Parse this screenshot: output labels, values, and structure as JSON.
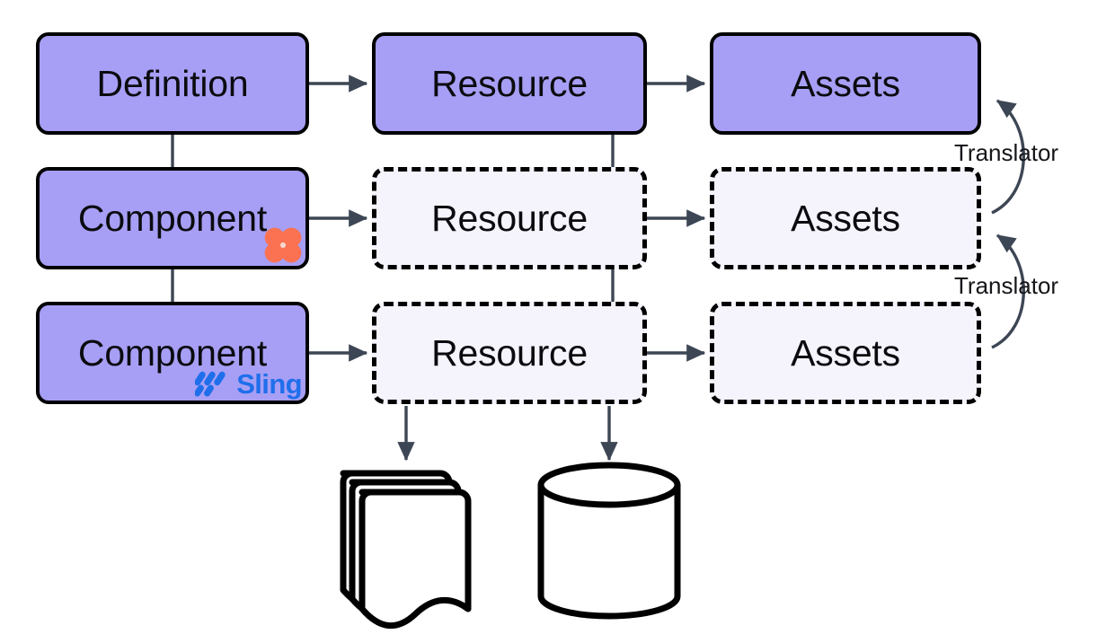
{
  "diagram": {
    "title": "Definition / Component to Resource to Assets pipeline",
    "background": "#ffffff",
    "colors": {
      "solid_fill": "#a79ff5",
      "dashed_fill": "#f5f4fd",
      "stroke": "#000000",
      "connector": "#3d4654",
      "aem_orange": "#fa7252",
      "sling_blue": "#1f6feb"
    }
  },
  "nodes": {
    "definition": {
      "label": "Definition",
      "style": "solid",
      "row": 1,
      "column": "left"
    },
    "component_aem": {
      "label": "Component",
      "style": "solid",
      "row": 2,
      "column": "left",
      "badge": "aem-logo"
    },
    "component_sling": {
      "label": "Component",
      "style": "solid",
      "row": 3,
      "column": "left",
      "badge": "sling-logo"
    },
    "resource_1": {
      "label": "Resource",
      "style": "solid",
      "row": 1,
      "column": "middle"
    },
    "resource_2": {
      "label": "Resource",
      "style": "dashed",
      "row": 2,
      "column": "middle"
    },
    "resource_3": {
      "label": "Resource",
      "style": "dashed",
      "row": 3,
      "column": "middle"
    },
    "assets_1": {
      "label": "Assets",
      "style": "solid",
      "row": 1,
      "column": "right"
    },
    "assets_2": {
      "label": "Assets",
      "style": "dashed",
      "row": 2,
      "column": "right"
    },
    "assets_3": {
      "label": "Assets",
      "style": "dashed",
      "row": 3,
      "column": "right"
    }
  },
  "badges": {
    "aem": {
      "name": "aem-logo",
      "color": "#fa7252"
    },
    "sling": {
      "name": "sling-logo",
      "word": "Sling",
      "color": "#1f6feb"
    }
  },
  "captions": {
    "translator_top": "Translator",
    "translator_bottom": "Translator"
  },
  "storage": {
    "documents": {
      "name": "stacked-documents-icon",
      "label": ""
    },
    "database": {
      "name": "database-cylinder-icon",
      "label": ""
    }
  },
  "edges": [
    {
      "from": "definition",
      "to": "resource_1",
      "type": "arrow-right"
    },
    {
      "from": "resource_1",
      "to": "assets_1",
      "type": "arrow-right"
    },
    {
      "from": "component_aem",
      "to": "resource_2",
      "type": "arrow-right"
    },
    {
      "from": "resource_2",
      "to": "assets_2",
      "type": "arrow-right"
    },
    {
      "from": "component_sling",
      "to": "resource_3",
      "type": "arrow-right"
    },
    {
      "from": "resource_3",
      "to": "assets_3",
      "type": "arrow-right"
    },
    {
      "from": "definition",
      "to": "component_aem",
      "type": "line-vertical"
    },
    {
      "from": "component_aem",
      "to": "component_sling",
      "type": "line-vertical"
    },
    {
      "from": "resource_1",
      "to": "resource_2",
      "type": "line-vertical"
    },
    {
      "from": "resource_2",
      "to": "resource_3",
      "type": "line-vertical"
    },
    {
      "from": "assets_2",
      "to": "assets_1",
      "type": "curve-arrow-up",
      "label": "Translator"
    },
    {
      "from": "assets_3",
      "to": "assets_2",
      "type": "curve-arrow-up",
      "label": "Translator"
    },
    {
      "from": "resource_3",
      "to": "documents",
      "type": "arrow-down"
    },
    {
      "from": "resource_3",
      "to": "database",
      "type": "arrow-down"
    }
  ]
}
